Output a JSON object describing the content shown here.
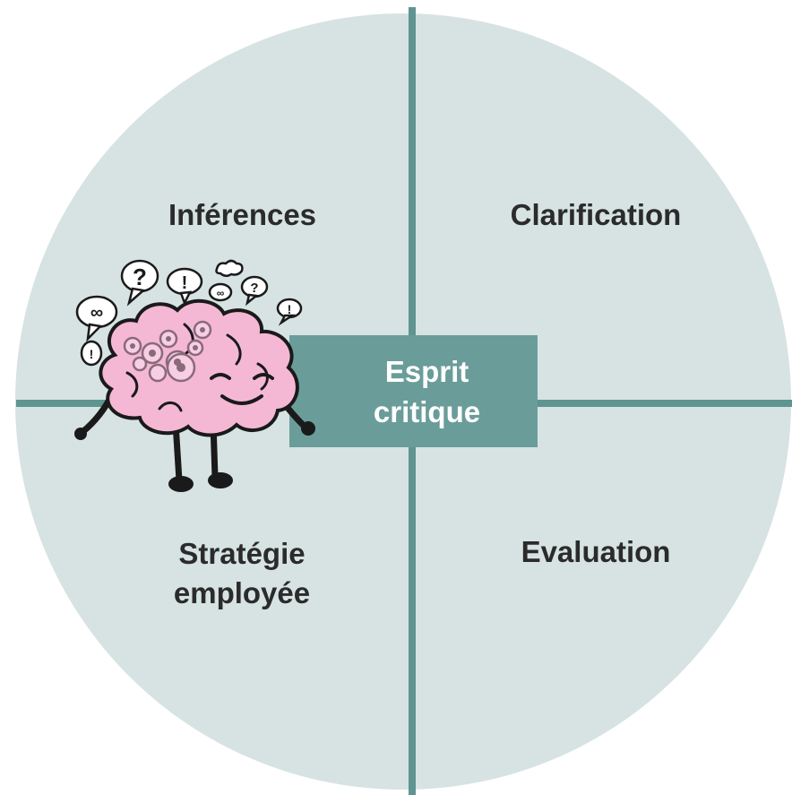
{
  "colors": {
    "circle_fill": "#d6e3e2",
    "divider": "#5f9490",
    "center_box": "#6a9d9a",
    "label_text": "#2b2b2b",
    "brain_fill": "#f4b8d5"
  },
  "quadrants": {
    "top_left": "Inférences",
    "top_right": "Clarification",
    "bottom_left": "Stratégie\nemployée",
    "bottom_right": "Evaluation"
  },
  "center": {
    "label": "Esprit\ncritique"
  },
  "illustration": {
    "icon": "thinking-brain-icon",
    "bubble_glyphs": [
      "?",
      "!",
      "∞",
      "?",
      "!",
      "!",
      "∞"
    ]
  }
}
